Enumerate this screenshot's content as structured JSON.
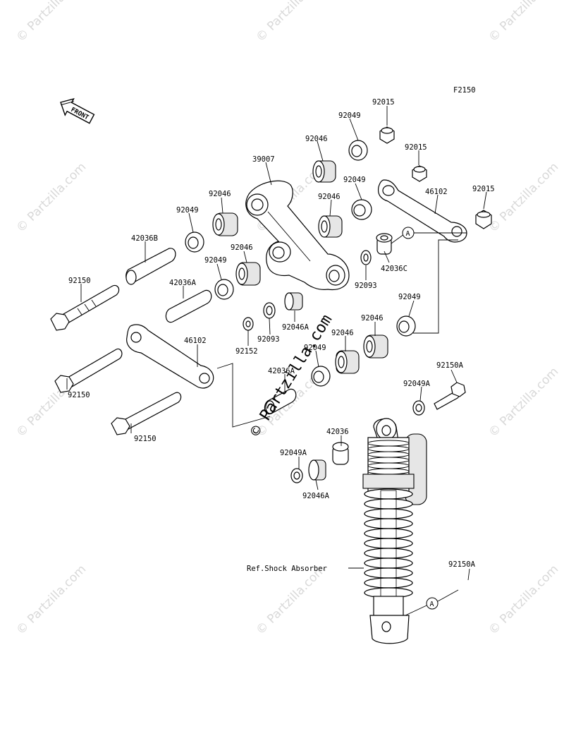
{
  "diagram_code": "F2150",
  "front_label": "FRONT",
  "watermark": "© Partzilla.com",
  "center_watermark": "© Partzilla.com",
  "callout_letter": "A",
  "labels": [
    {
      "id": "l-92015-a",
      "text": "92015"
    },
    {
      "id": "l-92049-a",
      "text": "92049"
    },
    {
      "id": "l-92046-a",
      "text": "92046"
    },
    {
      "id": "l-92015-b",
      "text": "92015"
    },
    {
      "id": "l-39007",
      "text": "39007"
    },
    {
      "id": "l-92049-b",
      "text": "92049"
    },
    {
      "id": "l-92015-c",
      "text": "92015"
    },
    {
      "id": "l-92046-b",
      "text": "92046"
    },
    {
      "id": "l-46102-a",
      "text": "46102"
    },
    {
      "id": "l-92046-c",
      "text": "92046"
    },
    {
      "id": "l-92049-c",
      "text": "92049"
    },
    {
      "id": "l-42036B",
      "text": "42036B"
    },
    {
      "id": "l-92046-d",
      "text": "92046"
    },
    {
      "id": "l-92049-d",
      "text": "92049"
    },
    {
      "id": "l-42036C",
      "text": "42036C"
    },
    {
      "id": "l-92093-a",
      "text": "92093"
    },
    {
      "id": "l-92150-a",
      "text": "92150"
    },
    {
      "id": "l-42036A-a",
      "text": "42036A"
    },
    {
      "id": "l-92046A-a",
      "text": "92046A"
    },
    {
      "id": "l-92049-e",
      "text": "92049"
    },
    {
      "id": "l-92046-e",
      "text": "92046"
    },
    {
      "id": "l-92046-f",
      "text": "92046"
    },
    {
      "id": "l-92093-b",
      "text": "92093"
    },
    {
      "id": "l-46102-b",
      "text": "46102"
    },
    {
      "id": "l-92152",
      "text": "92152"
    },
    {
      "id": "l-92049-f",
      "text": "92049"
    },
    {
      "id": "l-92150A-a",
      "text": "92150A"
    },
    {
      "id": "l-42036A-b",
      "text": "42036A"
    },
    {
      "id": "l-92150-b",
      "text": "92150"
    },
    {
      "id": "l-92049A-a",
      "text": "92049A"
    },
    {
      "id": "l-92150-c",
      "text": "92150"
    },
    {
      "id": "l-42036",
      "text": "42036"
    },
    {
      "id": "l-92049A-b",
      "text": "92049A"
    },
    {
      "id": "l-92046A-b",
      "text": "92046A"
    },
    {
      "id": "l-ref-shock",
      "text": "Ref.Shock Absorber"
    },
    {
      "id": "l-92150A-b",
      "text": "92150A"
    }
  ]
}
